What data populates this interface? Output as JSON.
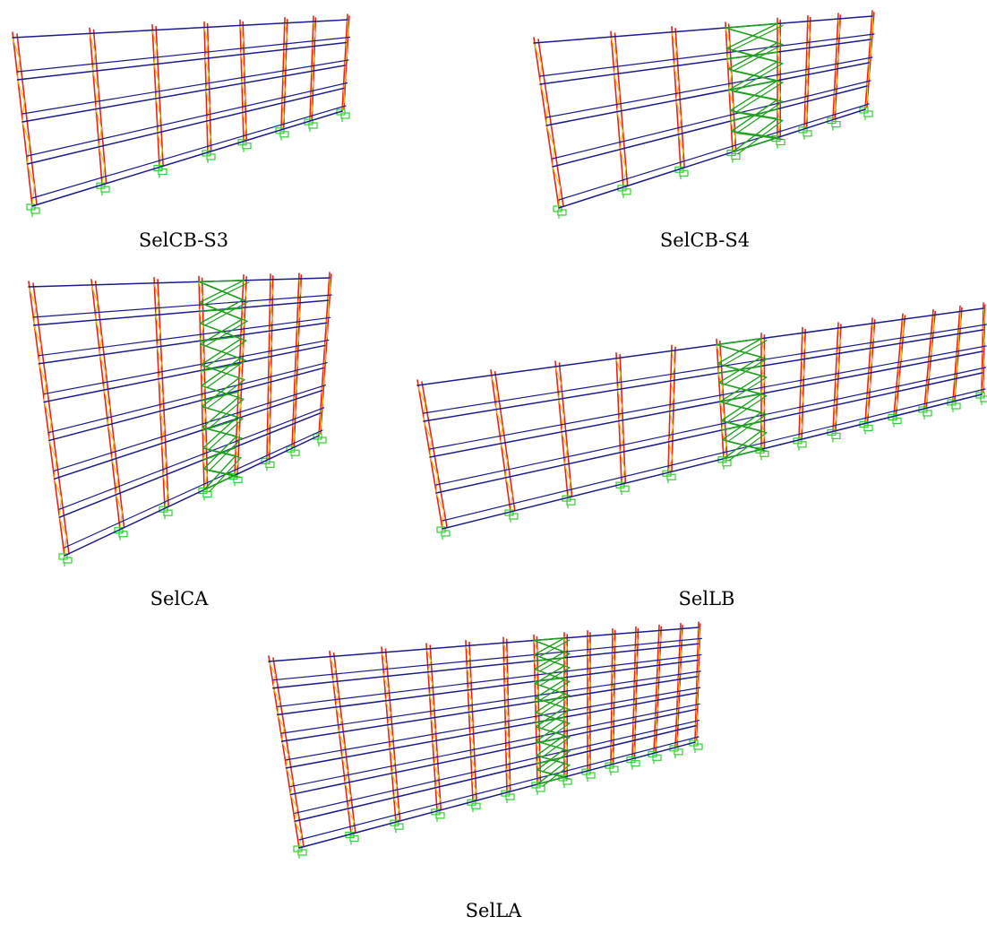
{
  "figure": {
    "captions": [
      "SelCB-S3",
      "SelCB-S4",
      "SelCA",
      "SelLB",
      "SelLA"
    ]
  },
  "colors": {
    "ledger": "#1a1a8c",
    "standard": "#e8231a",
    "frame_diagonal": "#f0c020",
    "brace": "#1fa01f",
    "support": "#30d030"
  },
  "legend_icons": [
    "support-icon"
  ]
}
